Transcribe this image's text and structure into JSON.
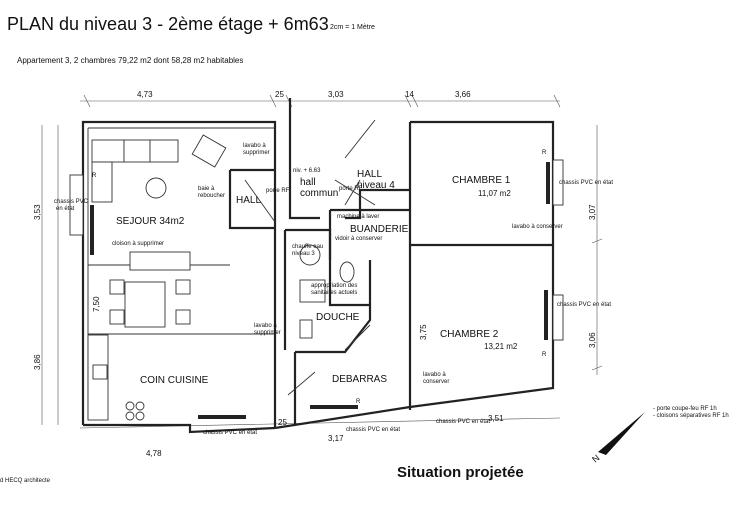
{
  "header": {
    "title": "PLAN du niveau 3 - 2ème étage   + 6m63",
    "scale": "2cm = 1 Mètre",
    "subtitle": "Appartement 3, 2 chambres  79,22  m2 dont 58,28 m2  habitables"
  },
  "dimensions": {
    "top": [
      "4,73",
      "25",
      "3,03",
      "14",
      "3,66"
    ],
    "bottom": [
      "4,78",
      "25",
      "3,17",
      "3,51"
    ],
    "left": [
      "3,53",
      "7,50",
      "3,86"
    ],
    "right": [
      "3,07",
      "3,06"
    ],
    "inner": "3,75"
  },
  "rooms": {
    "sejour": "SEJOUR  34m2",
    "hall": "HALL",
    "hall_commun_1": "hall",
    "hall_commun_2": "commun",
    "hall_niveau4_1": "HALL",
    "hall_niveau4_2": "niveau 4",
    "buanderie": "BUANDERIE",
    "douche": "DOUCHE",
    "debarras": "DEBARRAS",
    "coin_cuisine": "COIN CUISINE",
    "chambre1": "CHAMBRE 1",
    "chambre1_area": "11,07 m2",
    "chambre2": "CHAMBRE 2",
    "chambre2_area": "13,21 m2"
  },
  "notes": {
    "lavabo_supprimer_1": [
      "lavabo à",
      "supprimer"
    ],
    "lavabo_supprimer_2": [
      "lavabo à",
      "supprimer"
    ],
    "baie_reboucher": [
      "baie à",
      "reboucher"
    ],
    "cloison_supprimer": "cloison à supprimer",
    "chassis_left": [
      "chassis PVC",
      "en état"
    ],
    "chassis_right_1": "chassis PVC en état",
    "chassis_right_2": "chassis PVC en état",
    "chassis_bottom_1": "chassis PVC en état",
    "chassis_bottom_2": "chassis PVC en état",
    "chassis_bottom_3": "chassis PVC en état",
    "porte_rf_1": "porte RF",
    "porte_rf_2": "porte RF",
    "niv": "niv. + 6.63",
    "machine": "machine à laver",
    "vidoir": "vidoir à conserver",
    "chauffe_eau": [
      "chauffe eau",
      "niveau 3"
    ],
    "sanitaires": [
      "appropriation des",
      "sanitaires actuels"
    ],
    "lavabo_conserver_1": "lavabo à conserver",
    "lavabo_conserver_2": [
      "lavabo à",
      "conserver"
    ],
    "radiator": "R"
  },
  "legend": [
    "- porte coupe-feu RF 1h",
    "- cloisons séparatives RF 1h"
  ],
  "footer": {
    "credit": "d HECQ  architecte",
    "situation": "Situation projetée",
    "compass": "N"
  }
}
